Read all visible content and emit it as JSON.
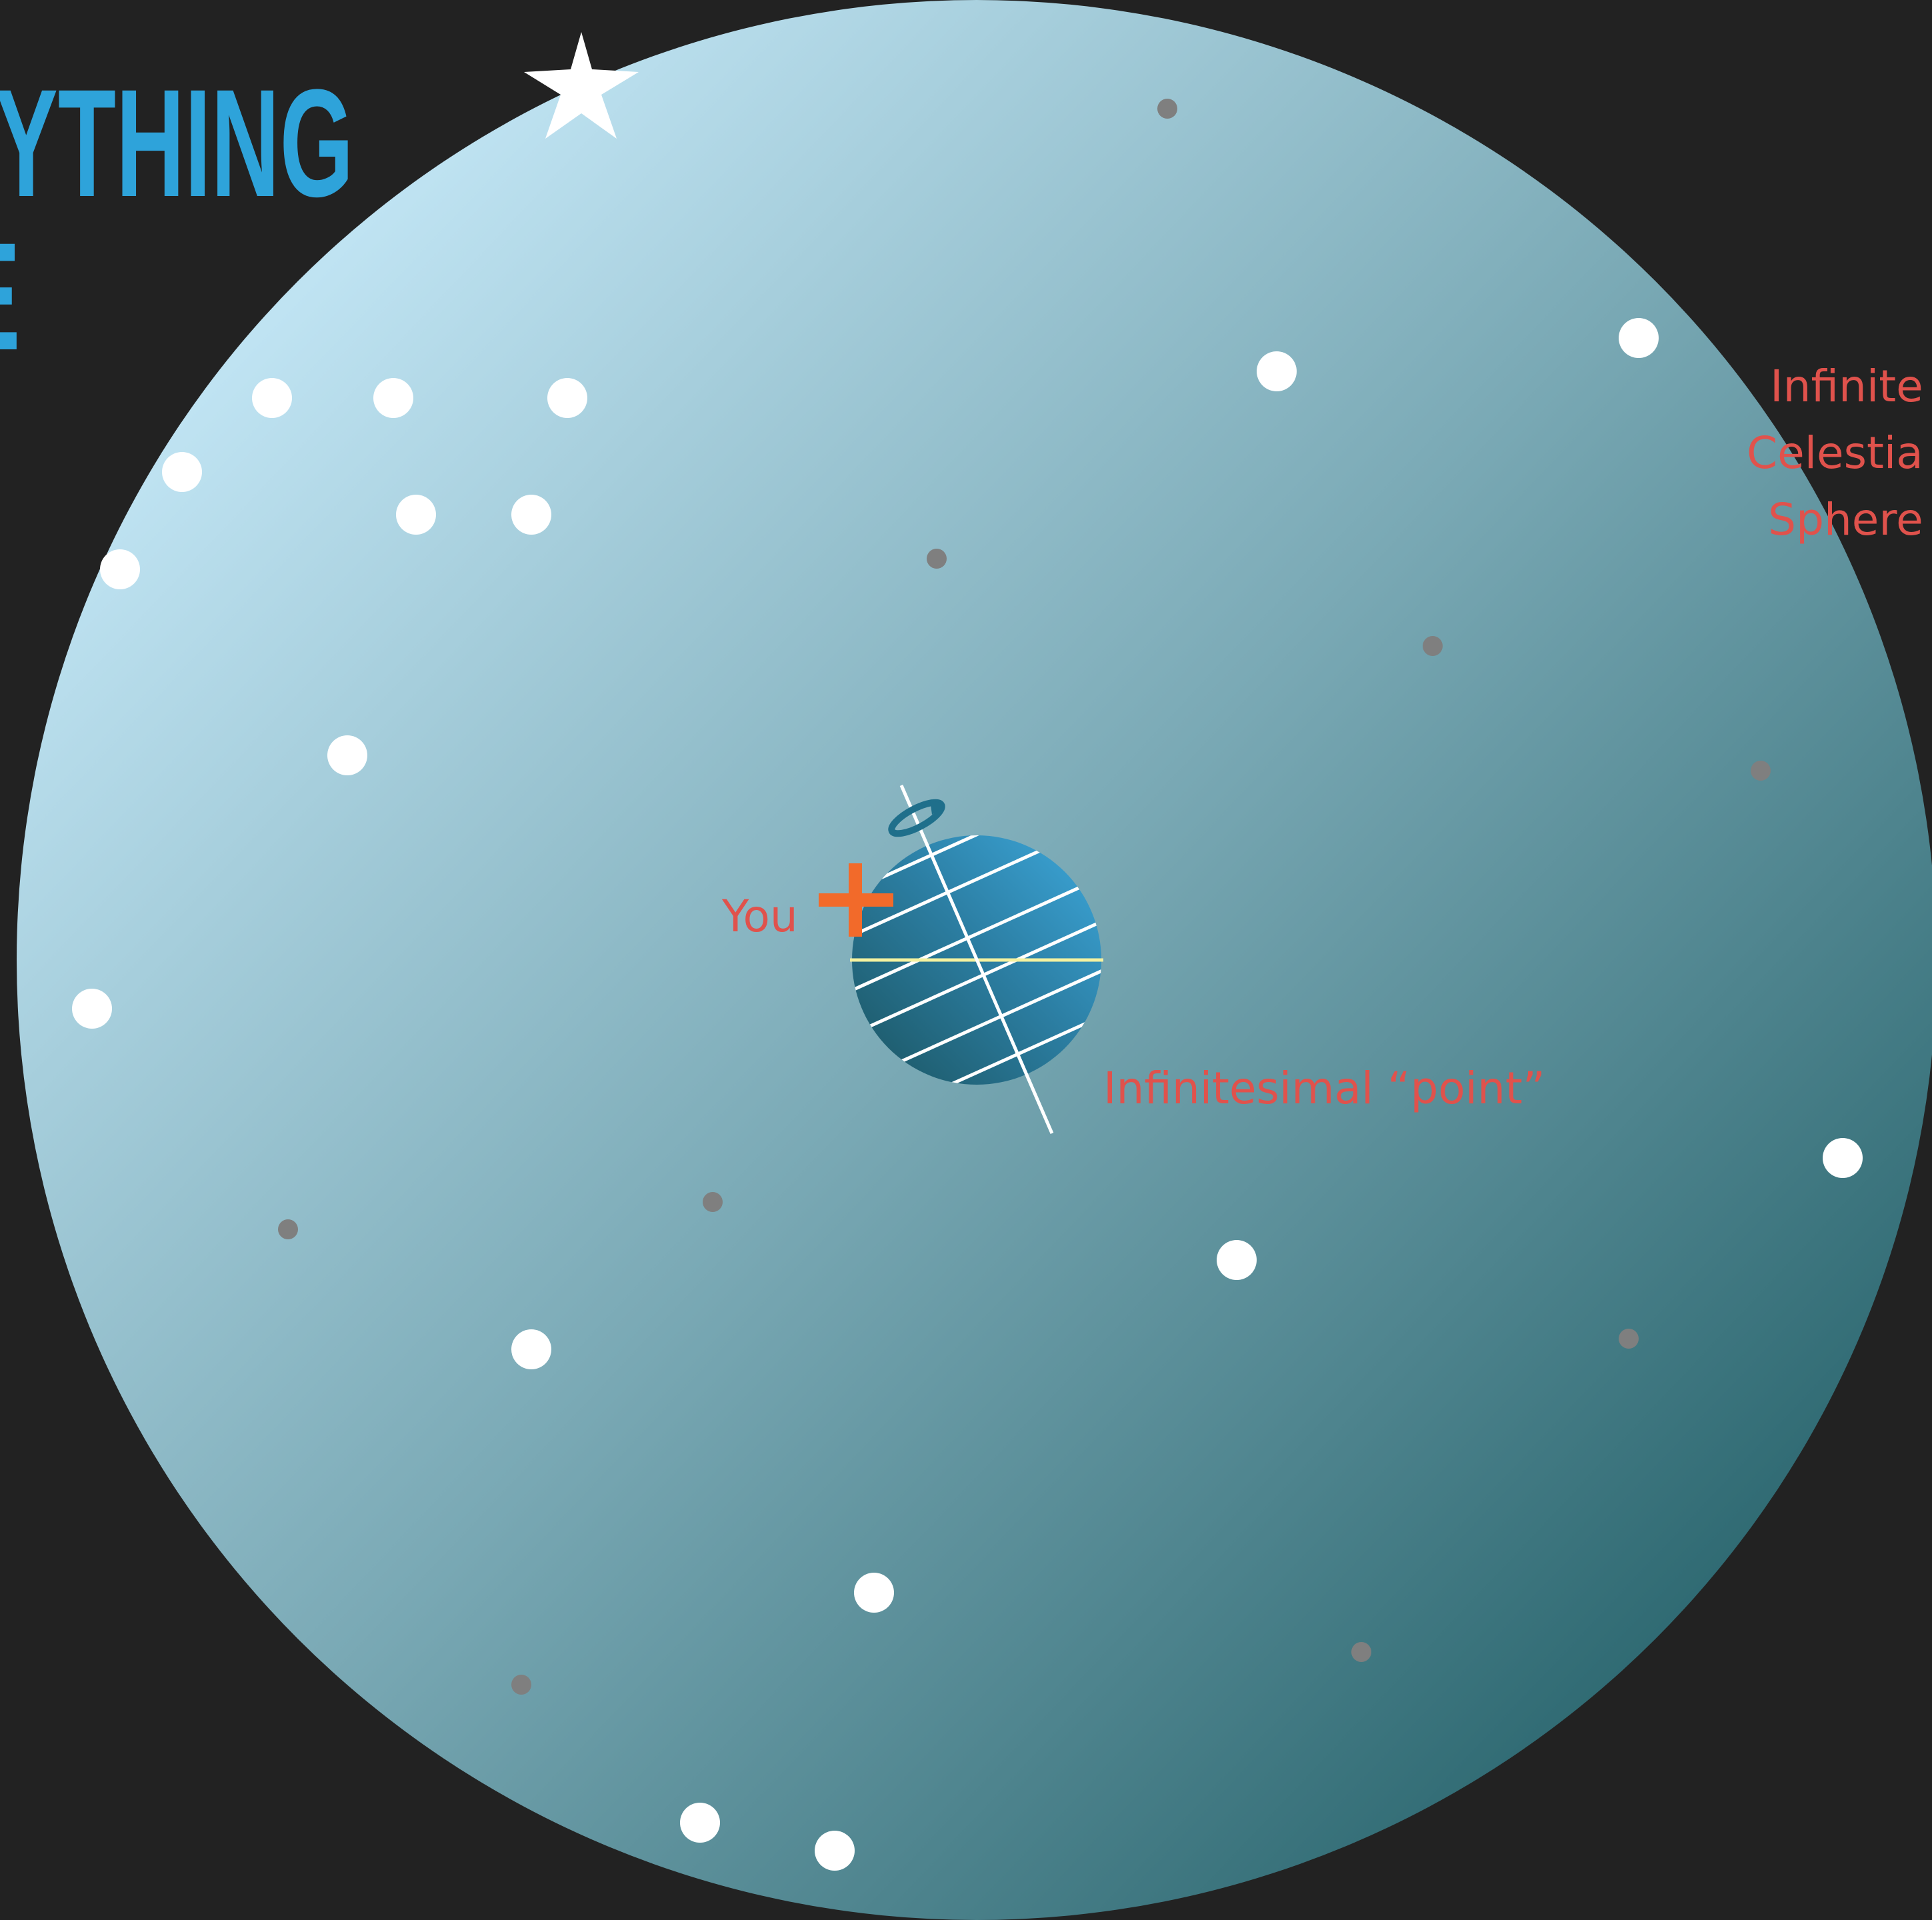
{
  "title": {
    "line1": "RYTHING",
    "line2": "E"
  },
  "labels": {
    "you": "You",
    "point": "Infinitesimal “point”",
    "sphere": "Infinite\nCelestia\nSphere"
  },
  "colors": {
    "background": "#222222",
    "title": "#2EA3DA",
    "label": "#E0524C",
    "observer_marker": "#F26A2A",
    "sphere_light": "#BFE3F2",
    "sphere_dark": "#215E66",
    "earth_light": "#3DA8DC",
    "earth_dark": "#1B5460",
    "equator": "#F5F2A0",
    "bright_star": "#FFFFFF",
    "faint_star": "#7F7F7F"
  }
}
